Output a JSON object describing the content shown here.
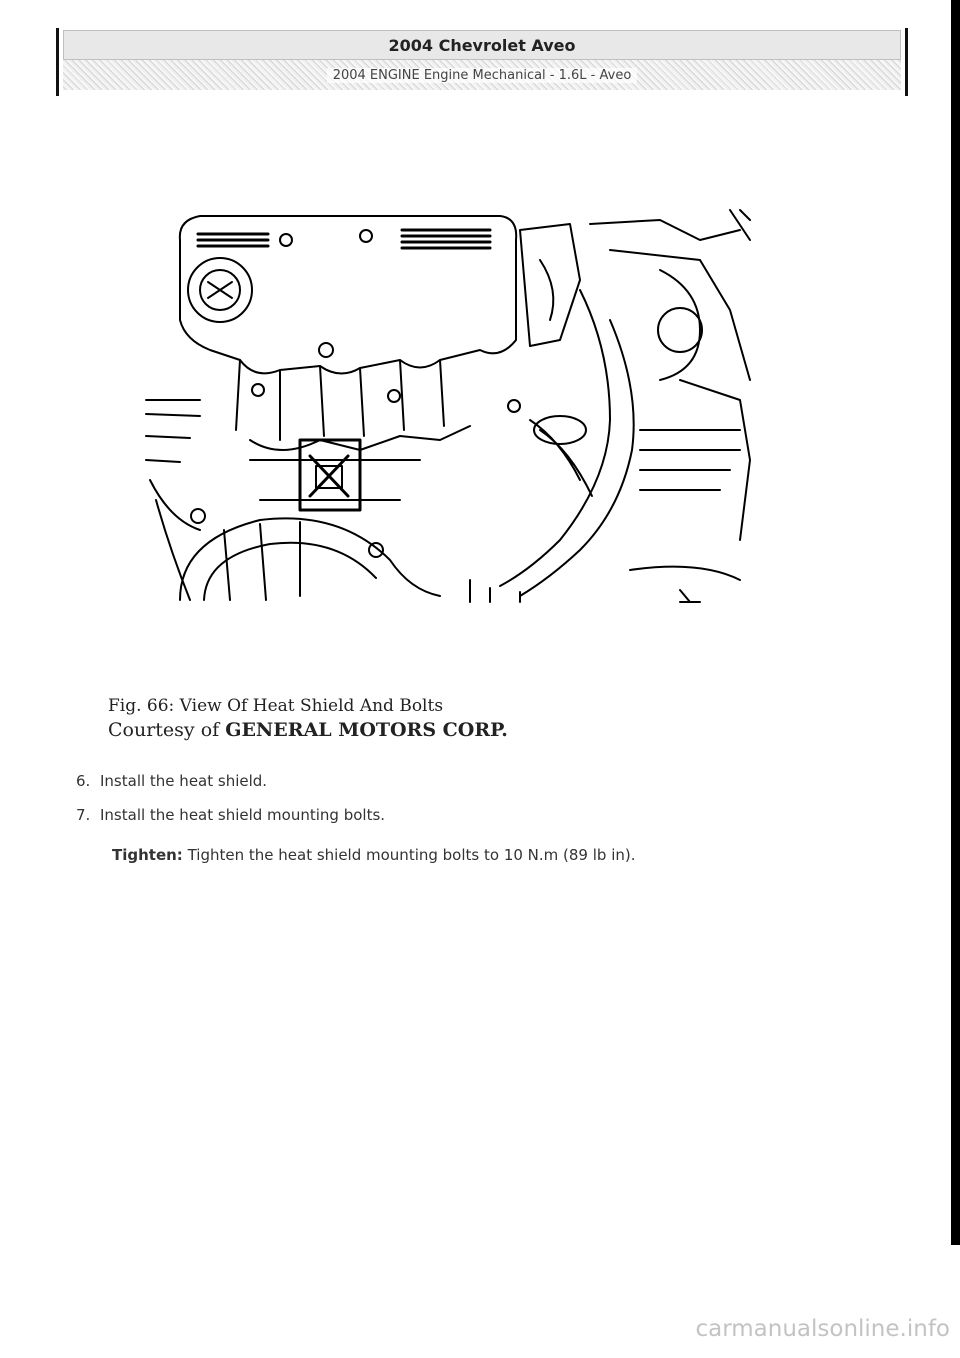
{
  "header": {
    "title": "2004 Chevrolet Aveo",
    "subtitle": "2004 ENGINE Engine Mechanical - 1.6L - Aveo"
  },
  "figure": {
    "caption": "Fig. 66: View Of Heat Shield And Bolts",
    "courtesy_prefix": "Courtesy of",
    "courtesy_name": "GENERAL MOTORS CORP."
  },
  "steps": [
    {
      "num": "6.",
      "text": "Install the heat shield."
    },
    {
      "num": "7.",
      "text": "Install the heat shield mounting bolts."
    }
  ],
  "tighten": {
    "label": "Tighten:",
    "text": "Tighten the heat shield mounting bolts to 10 N.m (89 lb in)."
  },
  "watermark": "carmanualsonline.info"
}
